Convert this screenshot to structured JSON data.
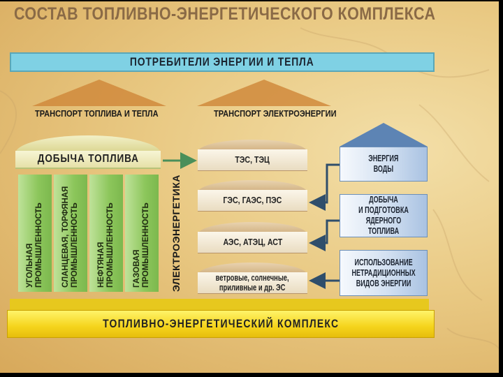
{
  "title": "СОСТАВ ТОПЛИВНО-ЭНЕРГЕТИЧЕСКОГО КОМПЛЕКСА",
  "consumers": "ПОТРЕБИТЕЛИ ЭНЕРГИИ И ТЕПЛА",
  "transport": {
    "fuel": "ТРАНСПОРТ ТОПЛИВА И ТЕПЛА",
    "electricity": "ТРАНСПОРТ ЭЛЕКТРОЭНЕРГИИ"
  },
  "fuel_extraction": {
    "header": "ДОБЫЧА ТОПЛИВА",
    "industries": [
      {
        "line1": "УГОЛЬНАЯ",
        "line2": "ПРОМЫШЛЕННОСТЬ"
      },
      {
        "line1": "СЛАНЦЕВАЯ, ТОРФЯНАЯ",
        "line2": "ПРОМЫШЛЕННОСТЬ"
      },
      {
        "line1": "НЕФТЯНАЯ",
        "line2": "ПРОМЫШЛЕННОСТЬ"
      },
      {
        "line1": "ГАЗОВАЯ",
        "line2": "ПРОМЫШЛЕННОСТЬ"
      }
    ]
  },
  "electro": {
    "label": "ЭЛЕКТРОЭНЕРГЕТИКА",
    "plants": [
      {
        "line1": "ТЭС, ТЭЦ",
        "line2": ""
      },
      {
        "line1": "ГЭС, ГАЭС, ПЭС",
        "line2": ""
      },
      {
        "line1": "АЭС, АТЭЦ, АСТ",
        "line2": ""
      },
      {
        "line1": "ветровые, солнечные,",
        "line2": "приливные и др. ЭС"
      }
    ]
  },
  "sources": [
    {
      "line1": "ЭНЕРГИЯ",
      "line2": "ВОДЫ",
      "line3": ""
    },
    {
      "line1": "ДОБЫЧА",
      "line2": "И ПОДГОТОВКА",
      "line3": "ЯДЕРНОГО ТОПЛИВА"
    },
    {
      "line1": "ИСПОЛЬЗОВАНИЕ",
      "line2": "НЕТРАДИЦИОННЫХ",
      "line3": "ВИДОВ ЭНЕРГИИ"
    }
  ],
  "complex": "ТОПЛИВНО-ЭНЕРГЕТИЧЕСКИЙ КОМПЛЕКС",
  "colors": {
    "consumers_bg": "#7fd1e4",
    "fuel_columns": "#8cc65b",
    "plants_bg": "#fbf6ea",
    "sources_bg": "#d2e0f1",
    "complex_bg": "#f5d41c",
    "arrow": "#2f4e6b",
    "roof": "#d08a3c"
  }
}
